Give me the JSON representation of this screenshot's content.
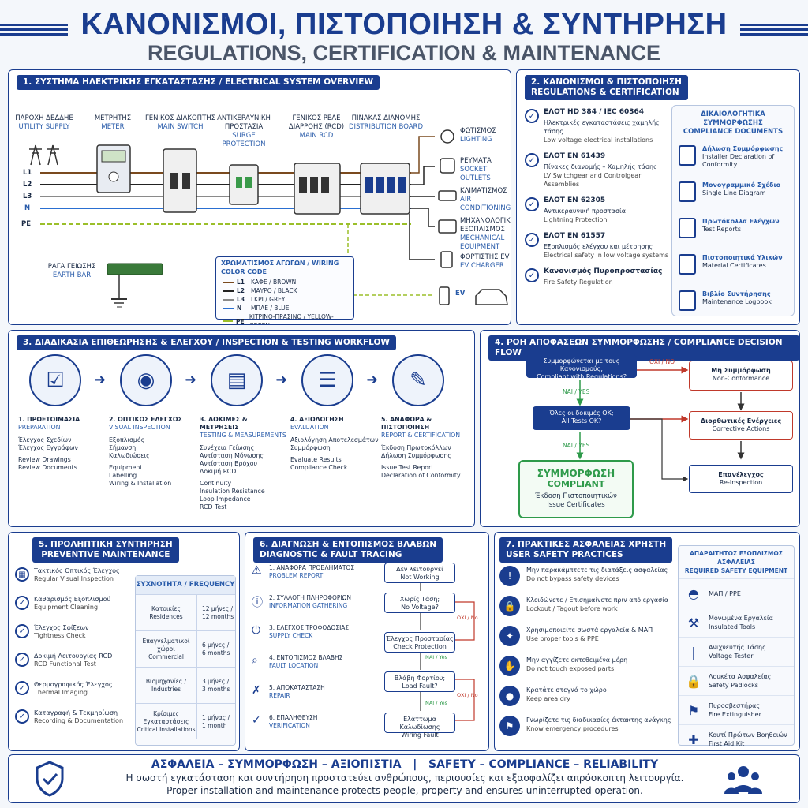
{
  "header": {
    "title_gr": "ΚΑΝΟΝΙΣΜΟΙ, ΠΙΣΤΟΠΟΙΗΣΗ & ΣΥΝΤΗΡΗΣΗ",
    "title_en": "REGULATIONS, CERTIFICATION & MAINTENANCE"
  },
  "s1": {
    "title": "1. ΣΥΣΤΗΜΑ ΗΛΕΚΤΡΙΚΗΣ ΕΓΚΑΤΑΣΤΑΣΗΣ / ELECTRICAL SYSTEM OVERVIEW",
    "components": [
      {
        "gr": "ΠΑΡΟΧΗ ΔΕΔΔΗΕ",
        "en": "UTILITY SUPPLY"
      },
      {
        "gr": "ΜΕΤΡΗΤΗΣ",
        "en": "METER"
      },
      {
        "gr": "ΓΕΝΙΚΟΣ ΔΙΑΚΟΠΤΗΣ",
        "en": "MAIN SWITCH"
      },
      {
        "gr": "ΑΝΤΙΚΕΡΑΥΝΙΚΗ ΠΡΟΣΤΑΣΙΑ",
        "en": "SURGE PROTECTION"
      },
      {
        "gr": "ΓΕΝΙΚΟΣ ΡΕΛΕ ΔΙΑΡΡΟΗΣ (RCD)",
        "en": "MAIN RCD"
      },
      {
        "gr": "ΠΙΝΑΚΑΣ ΔΙΑΝΟΜΗΣ",
        "en": "DISTRIBUTION BOARD"
      }
    ],
    "lines": [
      "L1",
      "L2",
      "L3",
      "N",
      "PE"
    ],
    "earth": {
      "gr": "ΡΑΓΑ ΓΕΙΩΣΗΣ",
      "en": "EARTH BAR"
    },
    "outputs": [
      {
        "gr": "ΦΩΤΙΣΜΟΣ",
        "en": "LIGHTING"
      },
      {
        "gr": "ΡΕΥΜΑΤΑ",
        "en": "SOCKET OUTLETS"
      },
      {
        "gr": "ΚΛΙΜΑΤΙΣΜΟΣ",
        "en": "AIR CONDITIONING"
      },
      {
        "gr": "ΜΗΧΑΝΟΛΟΓΙΚΟΣ ΕΞΟΠΛΙΣΜΟΣ",
        "en": "MECHANICAL EQUIPMENT"
      },
      {
        "gr": "ΦΟΡΤΙΣΤΗΣ EV",
        "en": "EV CHARGER"
      },
      {
        "gr": "EV",
        "en": ""
      }
    ],
    "colorcode_title": "ΧΡΩΜΑΤΙΣΜΟΣ ΑΓΩΓΩΝ / WIRING COLOR CODE",
    "colorcode": [
      {
        "line": "L1",
        "label": "ΚΑΦΕ / BROWN",
        "color": "#7a4a1e"
      },
      {
        "line": "L2",
        "label": "ΜΑΥΡΟ / BLACK",
        "color": "#222222"
      },
      {
        "line": "L3",
        "label": "ΓΚΡΙ / GREY",
        "color": "#8a8a8a"
      },
      {
        "line": "N",
        "label": "ΜΠΛΕ / BLUE",
        "color": "#2a6fd1"
      },
      {
        "line": "PE",
        "label": "ΚΙΤΡΙΝΟ-ΠΡΑΣΙΝΟ / YELLOW-GREEN",
        "color": "#9bbf2a"
      }
    ]
  },
  "s2": {
    "title": "2. ΚΑΝΟΝΙΣΜΟΙ & ΠΙΣΤΟΠΟΙΗΣΗ\nREGULATIONS & CERTIFICATION",
    "title1": "2. ΚΑΝΟΝΙΣΜΟΙ & ΠΙΣΤΟΠΟΙΗΣΗ",
    "title2": "REGULATIONS & CERTIFICATION",
    "standards": [
      {
        "code": "ΕΛΟΤ HD 384 / IEC 60364",
        "gr": "Ηλεκτρικές εγκαταστάσεις χαμηλής τάσης",
        "en": "Low voltage electrical installations"
      },
      {
        "code": "ΕΛΟΤ EN 61439",
        "gr": "Πίνακες διανομής – Χαμηλής τάσης",
        "en": "LV Switchgear and Controlgear Assemblies"
      },
      {
        "code": "ΕΛΟΤ EN 62305",
        "gr": "Αντικεραυνική προστασία",
        "en": "Lightning Protection"
      },
      {
        "code": "ΕΛΟΤ EN 61557",
        "gr": "Εξοπλισμός ελέγχου και μέτρησης",
        "en": "Electrical safety in low voltage systems"
      },
      {
        "code": "Κανονισμός Πυροπροστασίας",
        "gr": "",
        "en": "Fire Safety Regulation"
      }
    ],
    "docs_title_gr": "ΔΙΚΑΙΟΛΟΓΗΤΙΚΑ ΣΥΜΜΟΡΦΩΣΗΣ",
    "docs_title_en": "COMPLIANCE DOCUMENTS",
    "docs": [
      {
        "gr": "Δήλωση Συμμόρφωσης",
        "en": "Installer Declaration of Conformity"
      },
      {
        "gr": "Μονογραμμικό Σχέδιο",
        "en": "Single Line Diagram"
      },
      {
        "gr": "Πρωτόκολλα Ελέγχων",
        "en": "Test Reports"
      },
      {
        "gr": "Πιστοποιητικά Υλικών",
        "en": "Material Certificates"
      },
      {
        "gr": "Βιβλίο Συντήρησης",
        "en": "Maintenance Logbook"
      }
    ]
  },
  "s3": {
    "title": "3. ΔΙΑΔΙΚΑΣΙΑ ΕΠΙΘΕΩΡΗΣΗΣ & ΕΛΕΓΧΟΥ / INSPECTION & TESTING WORKFLOW",
    "steps": [
      {
        "gr": "1. ΠΡΟΕΤΟΙΜΑΣΙΑ",
        "en": "PREPARATION",
        "items_gr": [
          "Έλεγχος Σχεδίων",
          "Έλεγχος Εγγράφων"
        ],
        "items_en": [
          "Review Drawings",
          "Review Documents"
        ]
      },
      {
        "gr": "2. ΟΠΤΙΚΟΣ ΕΛΕΓΧΟΣ",
        "en": "VISUAL INSPECTION",
        "items_gr": [
          "Εξοπλισμός",
          "Σήμανση",
          "Καλωδιώσεις"
        ],
        "items_en": [
          "Equipment",
          "Labelling",
          "Wiring & Installation"
        ]
      },
      {
        "gr": "3. ΔΟΚΙΜΕΣ & ΜΕΤΡΗΣΕΙΣ",
        "en": "TESTING & MEASUREMENTS",
        "items_gr": [
          "Συνέχεια Γείωσης",
          "Αντίσταση Μόνωσης",
          "Αντίσταση Βρόχου",
          "Δοκιμή RCD"
        ],
        "items_en": [
          "Continuity",
          "Insulation Resistance",
          "Loop Impedance",
          "RCD Test"
        ]
      },
      {
        "gr": "4. ΑΞΙΟΛΟΓΗΣΗ",
        "en": "EVALUATION",
        "items_gr": [
          "Αξιολόγηση Αποτελεσμάτων",
          "Συμμόρφωση"
        ],
        "items_en": [
          "Evaluate Results",
          "Compliance Check"
        ]
      },
      {
        "gr": "5. ΑΝΑΦΟΡΑ & ΠΙΣΤΟΠΟΙΗΣΗ",
        "en": "REPORT & CERTIFICATION",
        "items_gr": [
          "Έκδοση Πρωτοκόλλων",
          "Δήλωση Συμμόρφωσης"
        ],
        "items_en": [
          "Issue Test Report",
          "Declaration of Conformity"
        ]
      }
    ]
  },
  "s4": {
    "title": "4. ΡΟΗ ΑΠΟΦΑΣΕΩΝ ΣΥΜΜΟΡΦΩΣΗΣ / COMPLIANCE DECISION FLOW",
    "q1_gr": "Συμμορφώνεται με τους Κανονισμούς;",
    "q1_en": "Compliant with Regulations?",
    "q2_gr": "Όλες οι δοκιμές ΟΚ;",
    "q2_en": "All Tests OK?",
    "no": "ΟΧΙ / NO",
    "yes": "ΝΑΙ / YES",
    "nonconf_gr": "Μη Συμμόρφωση",
    "nonconf_en": "Non-Conformance",
    "corr_gr": "Διορθωτικές Ενέργειες",
    "corr_en": "Corrective Actions",
    "reinsp_gr": "Επανέλεγχος",
    "reinsp_en": "Re-Inspection",
    "comp_gr": "ΣΥΜΜΟΡΦΩΣΗ",
    "comp_en": "COMPLIANT",
    "issue_gr": "Έκδοση Πιστοποιητικών",
    "issue_en": "Issue Certificates"
  },
  "s5": {
    "title1": "5. ΠΡΟΛΗΠΤΙΚΗ ΣΥΝΤΗΡΗΣΗ",
    "title2": "PREVENTIVE MAINTENANCE",
    "tasks": [
      {
        "gr": "Τακτικός Οπτικός Έλεγχος",
        "en": "Regular Visual Inspection"
      },
      {
        "gr": "Καθαρισμός Εξοπλισμού",
        "en": "Equipment Cleaning"
      },
      {
        "gr": "Έλεγχος Σφίξεων",
        "en": "Tightness Check"
      },
      {
        "gr": "Δοκιμή Λειτουργίας RCD",
        "en": "RCD Functional Test"
      },
      {
        "gr": "Θερμογραφικός Έλεγχος",
        "en": "Thermal Imaging"
      },
      {
        "gr": "Καταγραφή & Τεκμηρίωση",
        "en": "Recording & Documentation"
      }
    ],
    "freq_title": "ΣΥΧΝΟΤΗΤΑ / FREQUENCY",
    "freq": [
      {
        "type_gr": "Κατοικίες",
        "type_en": "Residences",
        "f_gr": "12 μήνες /",
        "f_en": "12 months"
      },
      {
        "type_gr": "Επαγγελματικοί χώροι",
        "type_en": "Commercial",
        "f_gr": "6 μήνες /",
        "f_en": "6 months"
      },
      {
        "type_gr": "Βιομηχανίες / Industries",
        "type_en": "",
        "f_gr": "3 μήνες /",
        "f_en": "3 months"
      },
      {
        "type_gr": "Κρίσιμες Εγκαταστάσεις",
        "type_en": "Critical Installations",
        "f_gr": "1 μήνας /",
        "f_en": "1 month"
      }
    ]
  },
  "s6": {
    "title1": "6. ΔΙΑΓΝΩΣΗ & ΕΝΤΟΠΙΣΜΟΣ ΒΛΑΒΩΝ",
    "title2": "DIAGNOSTIC & FAULT TRACING",
    "steps": [
      {
        "gr": "1. ΑΝΑΦΟΡΑ ΠΡΟΒΛΗΜΑΤΟΣ",
        "en": "PROBLEM REPORT"
      },
      {
        "gr": "2. ΣΥΛΛΟΓΗ ΠΛΗΡΟΦΟΡΙΩΝ",
        "en": "INFORMATION GATHERING"
      },
      {
        "gr": "3. ΕΛΕΓΧΟΣ ΤΡΟΦΟΔΟΣΙΑΣ",
        "en": "SUPPLY CHECK"
      },
      {
        "gr": "4. ΕΝΤΟΠΙΣΜΟΣ ΒΛΑΒΗΣ",
        "en": "FAULT LOCATION"
      },
      {
        "gr": "5. ΑΠΟΚΑΤΑΣΤΑΣΗ",
        "en": "REPAIR"
      },
      {
        "gr": "6. ΕΠΑΛΗΘΕΥΣΗ",
        "en": "VERIFICATION"
      }
    ],
    "flow": [
      {
        "gr": "Δεν λειτουργεί",
        "en": "Not Working"
      },
      {
        "gr": "Χωρίς Τάση;",
        "en": "No Voltage?"
      },
      {
        "gr": "Έλεγχος Προστασίας",
        "en": "Check Protection"
      },
      {
        "gr": "Βλάβη Φορτίου;",
        "en": "Load Fault?"
      },
      {
        "gr": "Ελάττωμα Καλωδίωσης",
        "en": "Wiring Fault"
      }
    ],
    "yes": "ΝΑΙ / Yes",
    "no": "ΟΧΙ / No"
  },
  "s7": {
    "title1": "7. ΠΡΑΚΤΙΚΕΣ ΑΣΦΑΛΕΙΑΣ ΧΡΗΣΤΗ",
    "title2": "USER SAFETY PRACTICES",
    "practices": [
      {
        "gr": "Μην παρακάμπτετε τις διατάξεις ασφαλείας",
        "en": "Do not bypass safety devices"
      },
      {
        "gr": "Κλειδώνετε / Επισημαίνετε πριν από εργασία",
        "en": "Lockout / Tagout before work"
      },
      {
        "gr": "Χρησιμοποιείτε σωστά εργαλεία & ΜΑΠ",
        "en": "Use proper tools & PPE"
      },
      {
        "gr": "Μην αγγίζετε εκτεθειμένα μέρη",
        "en": "Do not touch exposed parts"
      },
      {
        "gr": "Κρατάτε στεγνό το χώρο",
        "en": "Keep area dry"
      },
      {
        "gr": "Γνωρίζετε τις διαδικασίες έκτακτης ανάγκης",
        "en": "Know emergency procedures"
      }
    ],
    "equip_title_gr": "ΑΠΑΡΑΙΤΗΤΟΣ ΕΞΟΠΛΙΣΜΟΣ ΑΣΦΑΛΕΙΑΣ",
    "equip_title_en": "REQUIRED SAFETY EQUIPMENT",
    "equipment": [
      {
        "gr": "ΜΑΠ / PPE",
        "en": ""
      },
      {
        "gr": "Μονωμένα Εργαλεία",
        "en": "Insulated Tools"
      },
      {
        "gr": "Ανιχνευτής Τάσης",
        "en": "Voltage Tester"
      },
      {
        "gr": "Λουκέτα Ασφαλείας",
        "en": "Safety Padlocks"
      },
      {
        "gr": "Πυροσβεστήρας",
        "en": "Fire Extinguisher"
      },
      {
        "gr": "Κουτί Πρώτων Βοηθειών",
        "en": "First Aid Kit"
      }
    ]
  },
  "footer": {
    "slogan_gr": "ΑΣΦΑΛΕΙΑ – ΣΥΜΜΟΡΦΩΣΗ – ΑΞΙΟΠΙΣΤΙΑ",
    "sep": "|",
    "slogan_en": "SAFETY – COMPLIANCE – RELIABILITY",
    "line_gr": "Η σωστή εγκατάσταση και συντήρηση προστατεύει ανθρώπους, περιουσίες και εξασφαλίζει απρόσκοπτη λειτουργία.",
    "line_en": "Proper installation and maintenance protects people, property and ensures uninterrupted operation."
  },
  "colors": {
    "primary": "#1a3d8f",
    "accent": "#2a5caa",
    "ok": "#2e9a4a",
    "bad": "#c0392b"
  }
}
